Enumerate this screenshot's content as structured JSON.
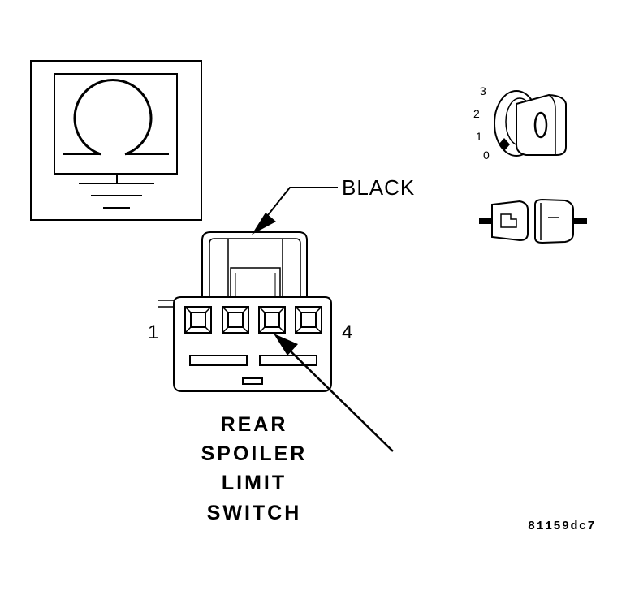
{
  "diagram": {
    "connector_color_label": "BLACK",
    "pin_first": "1",
    "pin_last": "4",
    "title_lines": [
      "REAR",
      "SPOILER",
      "LIMIT",
      "SWITCH"
    ],
    "figure_id": "81159dc7",
    "ignition_positions": [
      "3",
      "2",
      "1",
      "0"
    ],
    "icons": {
      "meter": "ohmmeter-icon",
      "ignition": "ignition-key-icon",
      "connector": "disconnected-connector-icon"
    },
    "pin_count": 4,
    "highlighted_pin": 3
  }
}
